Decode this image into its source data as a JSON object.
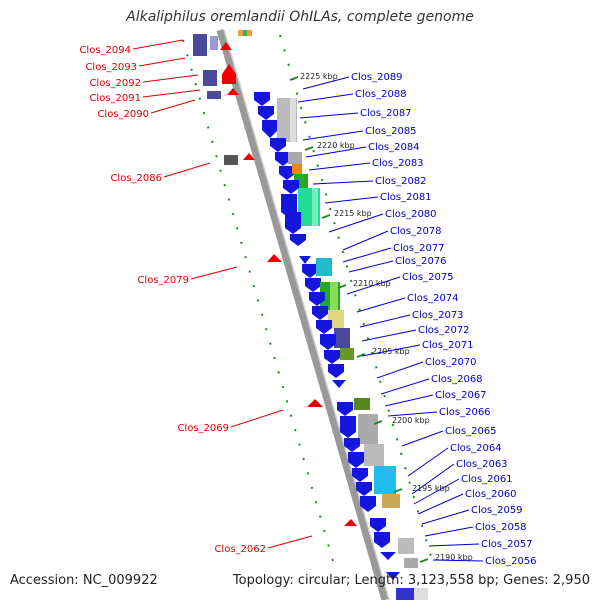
{
  "title": "Alkaliphilus oremlandii OhILAs, complete genome",
  "footer": {
    "accession": "Accession: NC_009922",
    "stats": "Topology: circular; Length: 3,123,558 bp; Genes: 2,950"
  },
  "colors": {
    "left_labels": "#dd0000",
    "right_labels": "#0000cc",
    "backbone": "#999999",
    "ticks": "#228822"
  },
  "scale_labels": [
    "2225 kbp",
    "2220 kbp",
    "2215 kbp",
    "2210 kbp",
    "2205 kbp",
    "2200 kbp",
    "2195 kbp",
    "2190 kbp"
  ],
  "left_genes": [
    "Clos_2094",
    "Clos_2093",
    "Clos_2092",
    "Clos_2091",
    "Clos_2090",
    "Clos_2086",
    "Clos_2079",
    "Clos_2069",
    "Clos_2062"
  ],
  "right_genes": [
    "Clos_2089",
    "Clos_2088",
    "Clos_2087",
    "Clos_2085",
    "Clos_2084",
    "Clos_2083",
    "Clos_2082",
    "Clos_2081",
    "Clos_2080",
    "Clos_2078",
    "Clos_2077",
    "Clos_2076",
    "Clos_2075",
    "Clos_2074",
    "Clos_2073",
    "Clos_2072",
    "Clos_2071",
    "Clos_2070",
    "Clos_2068",
    "Clos_2067",
    "Clos_2066",
    "Clos_2065",
    "Clos_2064",
    "Clos_2063",
    "Clos_2061",
    "Clos_2060",
    "Clos_2059",
    "Clos_2058",
    "Clos_2057",
    "Clos_2056"
  ]
}
